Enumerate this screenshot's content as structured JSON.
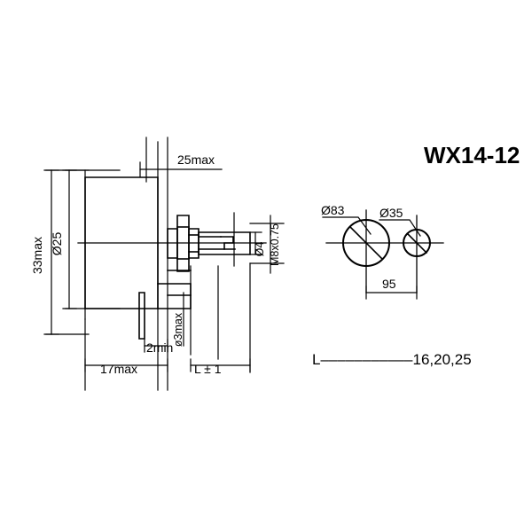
{
  "document": {
    "title": "WX14-12",
    "type": "technical-drawing",
    "background_color": "#ffffff",
    "line_color": "#000000"
  },
  "side_view": {
    "name": "potentiometer-side-view",
    "dimensions": {
      "top_width": "25max",
      "overall_height": "33max",
      "body_diameter": "Ø25",
      "body_length": "17max",
      "terminal_clearance": "2min",
      "pin_diameter": "ø3max",
      "shaft_length": "L ± 1",
      "shaft_diameter": "Ø4",
      "thread": "M8x0.75"
    }
  },
  "front_view": {
    "name": "potentiometer-front-view",
    "dimensions": {
      "large_circle": "Ø83",
      "small_circle": "Ø35",
      "center_distance": "95"
    }
  },
  "notes": {
    "length_label": "L",
    "length_dashes": "–––––––––––",
    "length_values": "16,20,25"
  }
}
